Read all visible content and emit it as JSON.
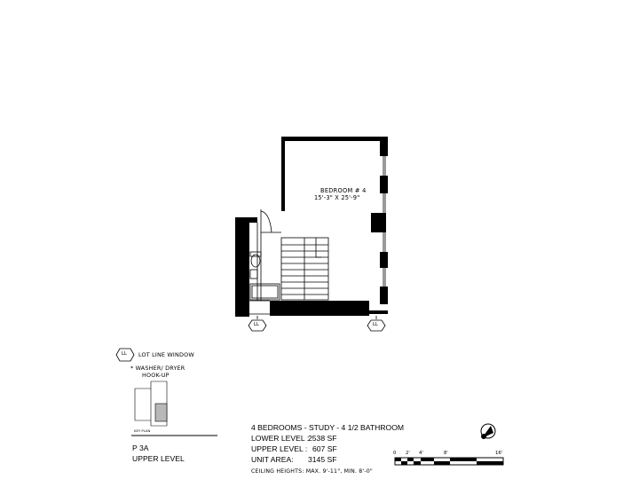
{
  "room": {
    "name": "BEDROOM # 4",
    "dimensions": "15'-3\" X 25'-9\""
  },
  "markers": {
    "lot_line_symbol": "LL"
  },
  "legend": {
    "lot_line_window": "LOT LINE WINDOW",
    "washer_dryer_line1": "* WASHER/ DRYER",
    "washer_dryer_line2": "HOOK-UP"
  },
  "key_plan": {
    "label": "KEY PLAN"
  },
  "unit": {
    "name": "P 3A",
    "level": "UPPER LEVEL"
  },
  "info": {
    "summary": "4 BEDROOMS - STUDY - 4 1/2 BATHROOM",
    "lower_level_label": "LOWER LEVEL :",
    "lower_level_value": "2538 SF",
    "upper_level_label": "UPPER LEVEL :",
    "upper_level_value": "607 SF",
    "unit_area_label": "UNIT AREA:",
    "unit_area_value": "3145 SF",
    "ceiling": "CEILING HEIGHTS: MAX. 9'-11\", MIN. 8'-0\""
  },
  "scale": {
    "ticks": [
      "0",
      "2'",
      "4'",
      "8'",
      "16'"
    ]
  }
}
